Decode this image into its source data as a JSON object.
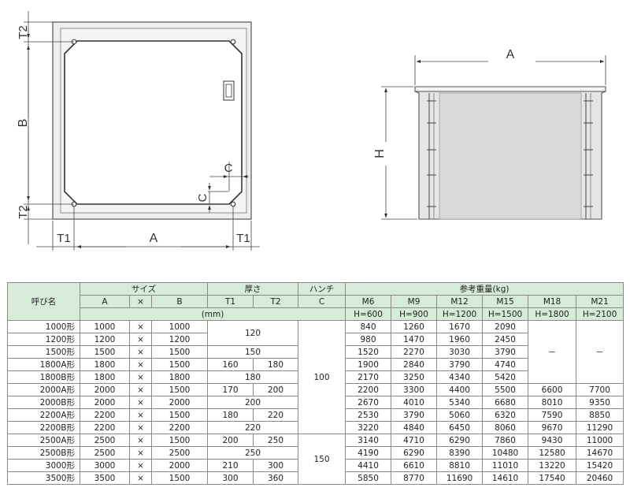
{
  "drawings": {
    "plan": {
      "dims": {
        "t2_top": "T2",
        "b": "B",
        "t2_bottom": "T2",
        "c_h": "C",
        "c_v": "C",
        "t1_left": "T1",
        "a": "A",
        "t1_right": "T1"
      }
    },
    "side": {
      "dims": {
        "a": "A",
        "h": "H"
      }
    }
  },
  "table": {
    "headers": {
      "name": "呼び名",
      "size": "サイズ",
      "thickness": "厚さ",
      "haunch": "ハンチ",
      "weight": "参考重量(kg)",
      "a": "A",
      "x": "×",
      "b": "B",
      "t1": "T1",
      "t2": "T2",
      "c": "C",
      "unit": "(mm)",
      "m_cols": [
        "M6",
        "M9",
        "M12",
        "M15",
        "M18",
        "M21"
      ],
      "h_cols": [
        "H=600",
        "H=900",
        "H=1200",
        "H=1500",
        "H=1800",
        "H=2100"
      ]
    },
    "rows": [
      {
        "name": "1000形",
        "a": "1000",
        "x": "×",
        "b": "1000",
        "w": [
          "840",
          "1260",
          "1670",
          "2090"
        ]
      },
      {
        "name": "1200形",
        "a": "1200",
        "x": "×",
        "b": "1200",
        "w": [
          "980",
          "1470",
          "1960",
          "2450"
        ]
      },
      {
        "name": "1500形",
        "a": "1500",
        "x": "×",
        "b": "1500",
        "w": [
          "1520",
          "2270",
          "3030",
          "3790"
        ]
      },
      {
        "name": "1800A形",
        "a": "1800",
        "x": "×",
        "b": "1500",
        "w": [
          "1900",
          "2840",
          "3790",
          "4740"
        ]
      },
      {
        "name": "1800B形",
        "a": "1800",
        "x": "×",
        "b": "1800",
        "w": [
          "2170",
          "3250",
          "4340",
          "5420"
        ]
      },
      {
        "name": "2000A形",
        "a": "2000",
        "x": "×",
        "b": "1500",
        "w": [
          "2200",
          "3300",
          "4400",
          "5500",
          "6600",
          "7700"
        ]
      },
      {
        "name": "2000B形",
        "a": "2000",
        "x": "×",
        "b": "2000",
        "w": [
          "2670",
          "4010",
          "5340",
          "6680",
          "8010",
          "9350"
        ]
      },
      {
        "name": "2200A形",
        "a": "2200",
        "x": "×",
        "b": "1500",
        "w": [
          "2530",
          "3790",
          "5060",
          "6320",
          "7590",
          "8850"
        ]
      },
      {
        "name": "2200B形",
        "a": "2200",
        "x": "×",
        "b": "2200",
        "w": [
          "3220",
          "4840",
          "6450",
          "8060",
          "9670",
          "11290"
        ]
      },
      {
        "name": "2500A形",
        "a": "2500",
        "x": "×",
        "b": "1500",
        "w": [
          "3140",
          "4710",
          "6290",
          "7860",
          "9430",
          "11000"
        ]
      },
      {
        "name": "2500B形",
        "a": "2500",
        "x": "×",
        "b": "2500",
        "w": [
          "4190",
          "6290",
          "8390",
          "10480",
          "12580",
          "14670"
        ]
      },
      {
        "name": "3000形",
        "a": "3000",
        "x": "×",
        "b": "2000",
        "w": [
          "4410",
          "6610",
          "8810",
          "11010",
          "13220",
          "15420"
        ]
      },
      {
        "name": "3500形",
        "a": "3500",
        "x": "×",
        "b": "1500",
        "w": [
          "5850",
          "8770",
          "11690",
          "14610",
          "17540",
          "20460"
        ]
      }
    ],
    "thickness": {
      "g1": "120",
      "g2": "150",
      "r4_t1": "160",
      "r4_t2": "180",
      "g5": "180",
      "r6_t1": "170",
      "r6_t2": "200",
      "g7": "200",
      "r8_t1": "180",
      "r8_t2": "220",
      "g9": "220",
      "r10_t1": "200",
      "r10_t2": "250",
      "g11": "250",
      "r12_t1": "210",
      "r12_t2": "300",
      "r13_t1": "300",
      "r13_t2": "360"
    },
    "haunch": {
      "upper": "100",
      "lower": "150"
    },
    "dash_m18": "－",
    "dash_m21": "－"
  }
}
